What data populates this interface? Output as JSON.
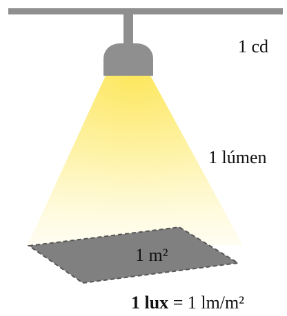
{
  "labels": {
    "candela": "1 cd",
    "lumen": "1 lúmen",
    "area": "1 m²",
    "formula_bold": "1 lux",
    "formula_rest": " = 1 lm/m²"
  },
  "colors": {
    "fixture": "#8f8f8f",
    "light_core": "#fde96a",
    "light_edge": "#fffbe0",
    "floor_patch": "#808080",
    "floor_border": "#555555",
    "text": "#111111"
  },
  "icons": {
    "ceiling": "ceiling-bar-icon",
    "lamp": "ceiling-lamp-icon",
    "beam": "light-cone-icon",
    "area": "floor-square-icon"
  }
}
